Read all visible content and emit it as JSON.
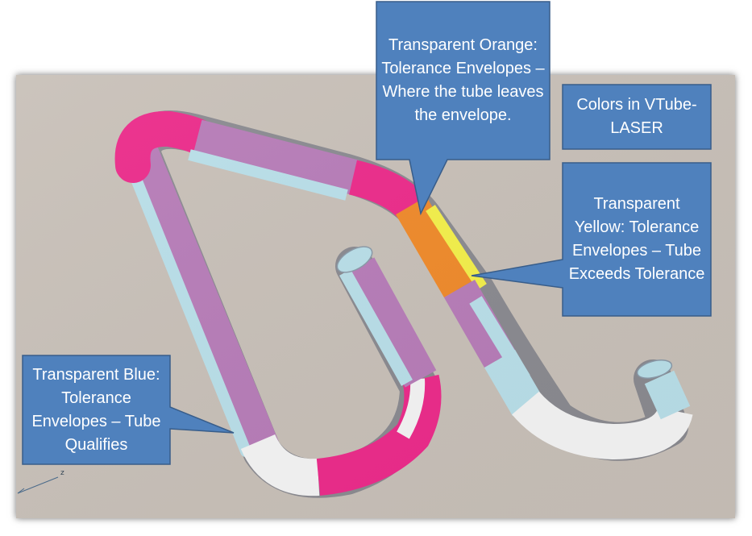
{
  "callouts": {
    "orange": "Transparent Orange: Tolerance Envelopes – Where the tube leaves the envelope.",
    "vtube": "Colors in VTube-LASER",
    "yellow": "Transparent Yellow: Tolerance Envelopes – Tube Exceeds Tolerance",
    "blue": "Transparent Blue: Tolerance Envelopes – Tube Qualifies"
  },
  "axis": {
    "label": "z"
  },
  "colors": {
    "background": "#c8c0b8",
    "callout_fill": "#4f81bd",
    "callout_border": "#385d8a",
    "magenta": "#ec2a8a",
    "purple": "#b77cb8",
    "light_blue": "#b9dfe9",
    "white": "#f4f4f4",
    "orange": "#f08a2a",
    "yellow": "#f4f04a"
  }
}
